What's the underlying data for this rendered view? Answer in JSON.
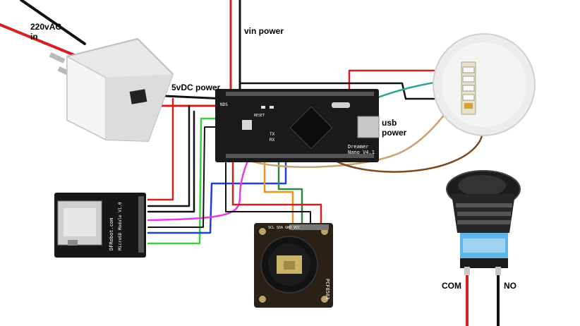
{
  "labels": {
    "ac_line1": "220vAC",
    "ac_line2": "in",
    "vin_power": "vin power",
    "five_v_power": "5vDC power",
    "usb_line1": "usb",
    "usb_line2": "power",
    "com": "COM",
    "no": "NO"
  },
  "nano_board": {
    "silk_brand": "Dreamer",
    "silk_model": "Nano V4.1",
    "silk_chip": "NDS",
    "silk_rx": "RX",
    "silk_tx": "TX",
    "silk_reset": "RESET"
  },
  "sd_module": {
    "silk_brand": "DFRobot.com",
    "silk_name": "MicroSD Module V1.0"
  },
  "rtc_module": {
    "silk_chip": "PCF8563",
    "silk_pins": "SCL SDA GND VCC"
  },
  "colors": {
    "wire_red": "#d42020",
    "wire_black": "#111111",
    "wire_green": "#3ecf3e",
    "wire_blue": "#1f3fd8",
    "wire_magenta": "#e040e0",
    "wire_orange": "#e8961e",
    "wire_teal": "#2aa58f",
    "wire_tan": "#c9a272",
    "wire_brown": "#7a4a1e",
    "pcb_black": "#1a1a1a",
    "rtc_board": "#3a2a18",
    "switch_body": "#1d1d1d"
  },
  "icons": [
    "usb-wall-adapter-icon",
    "led-ring-icon",
    "pushbutton-switch-icon",
    "microsd-slot-icon",
    "coin-cell-holder-icon"
  ]
}
